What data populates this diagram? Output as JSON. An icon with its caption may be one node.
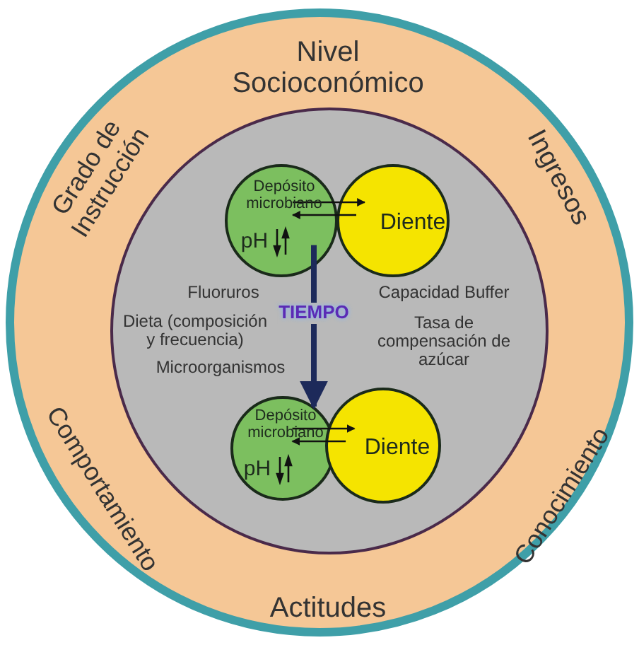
{
  "diagram": {
    "nodes": [
      {
        "text": [
          "Nivel Socioconómico",
          "Ingresos",
          "Conocimiento",
          "Actitudes",
          "Comportamiento",
          "Grado de Instrucción"
        ]
      },
      {
        "text": [
          "Fluoruros",
          "Dieta (composición y frecuencia)",
          "Microorganismos",
          "Capacidad Buffer",
          "Tasa de compensación de azúcar"
        ],
        "in": 0
      },
      {
        "text": [
          "Depósito microbiano",
          "pH"
        ],
        "in": 1
      },
      {
        "text": [
          "Diente"
        ],
        "in": 1
      },
      {
        "text": [
          "Depósito microbiano",
          "pH"
        ],
        "in": 1
      },
      {
        "text": [
          "Diente"
        ],
        "in": 1
      }
    ],
    "edges": [
      {
        "from": 2,
        "to": 3,
        "arrow": "to"
      },
      {
        "from": 3,
        "to": 2,
        "arrow": "to"
      },
      {
        "from": 4,
        "to": 5,
        "arrow": "to"
      },
      {
        "from": 5,
        "to": 4,
        "arrow": "to"
      },
      {
        "from": 2,
        "to": 4,
        "arrow": "to",
        "label": "TIEMPO",
        "style": "thick",
        "color": "#1d2a5a"
      }
    ]
  }
}
